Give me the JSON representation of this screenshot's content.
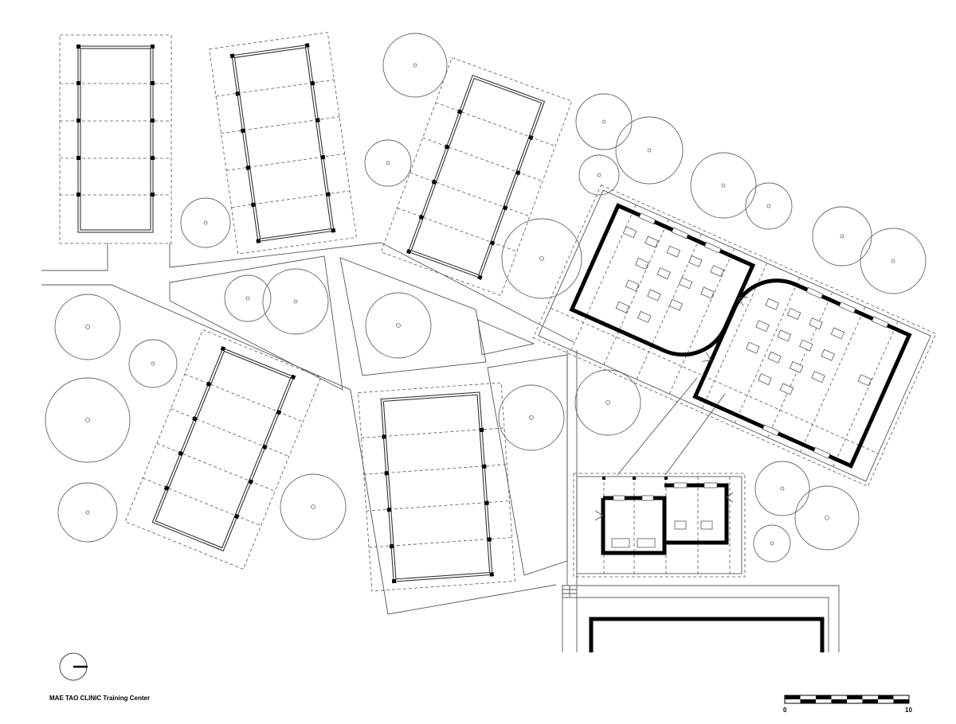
{
  "caption": "MAE TAO CLINIC Training Center",
  "scale_bar": {
    "start_label": "0",
    "end_label": "10"
  },
  "colors": {
    "line": "#555555",
    "wall": "#000000",
    "background": "#ffffff"
  },
  "icons": {
    "north_arrow": "north-arrow-icon"
  }
}
